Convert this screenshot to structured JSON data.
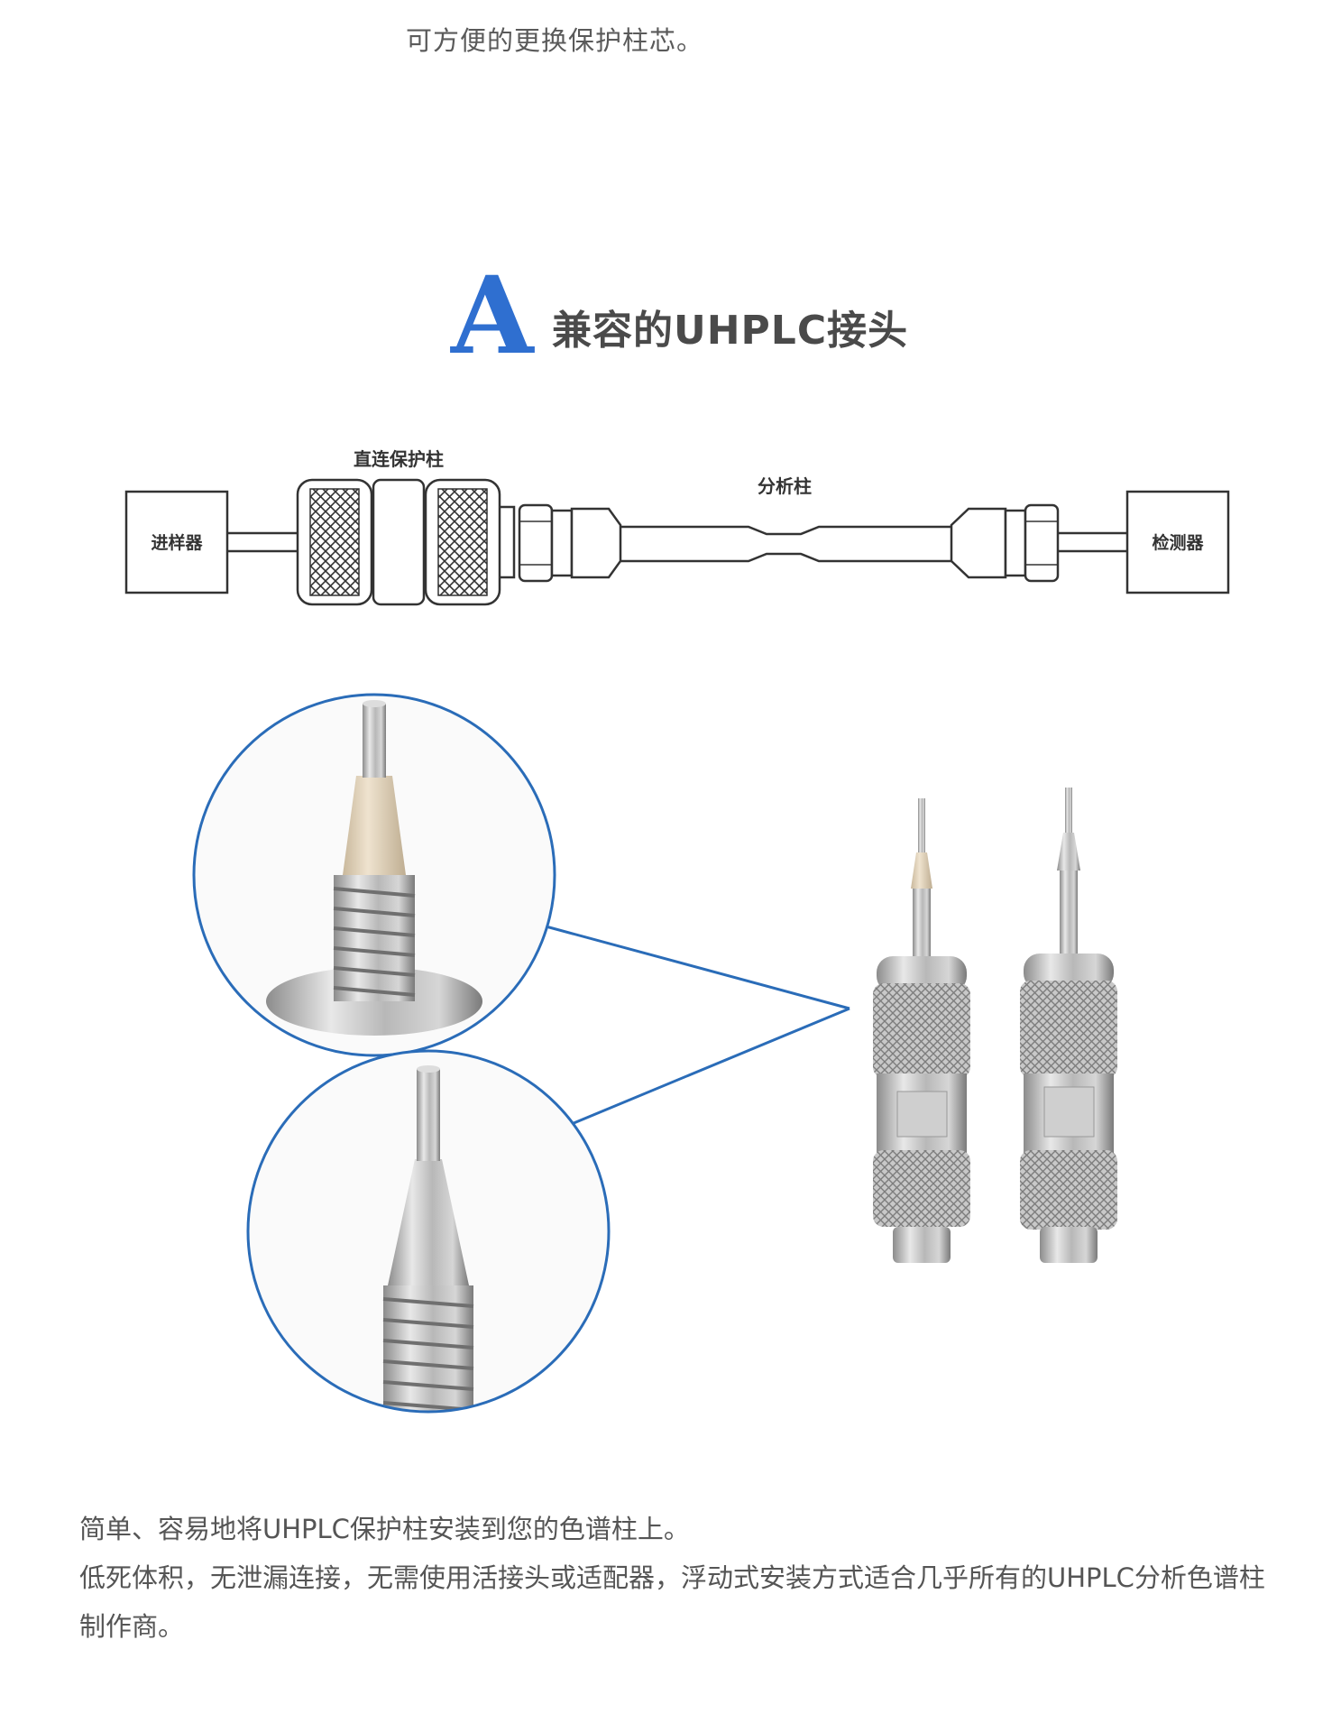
{
  "intro": {
    "text": "可方便的更换保护柱芯。"
  },
  "section": {
    "letter": "A",
    "title": "兼容的UHPLC接头"
  },
  "diagram": {
    "guard_label": "直连保护柱",
    "column_label": "分析柱",
    "injector_label": "进样器",
    "detector_label": "检测器"
  },
  "description": {
    "line1": "简单、容易地将UHPLC保护柱安装到您的色谱柱上。",
    "line2": "低死体积，无泄漏连接，无需使用活接头或适配器，浮动式安装方式适合几乎所有的UHPLC分析色谱柱制作商。"
  },
  "colors": {
    "accent": "#2f6fd0",
    "callout": "#2a6cb8",
    "ferrule": "#e3d4bd"
  }
}
